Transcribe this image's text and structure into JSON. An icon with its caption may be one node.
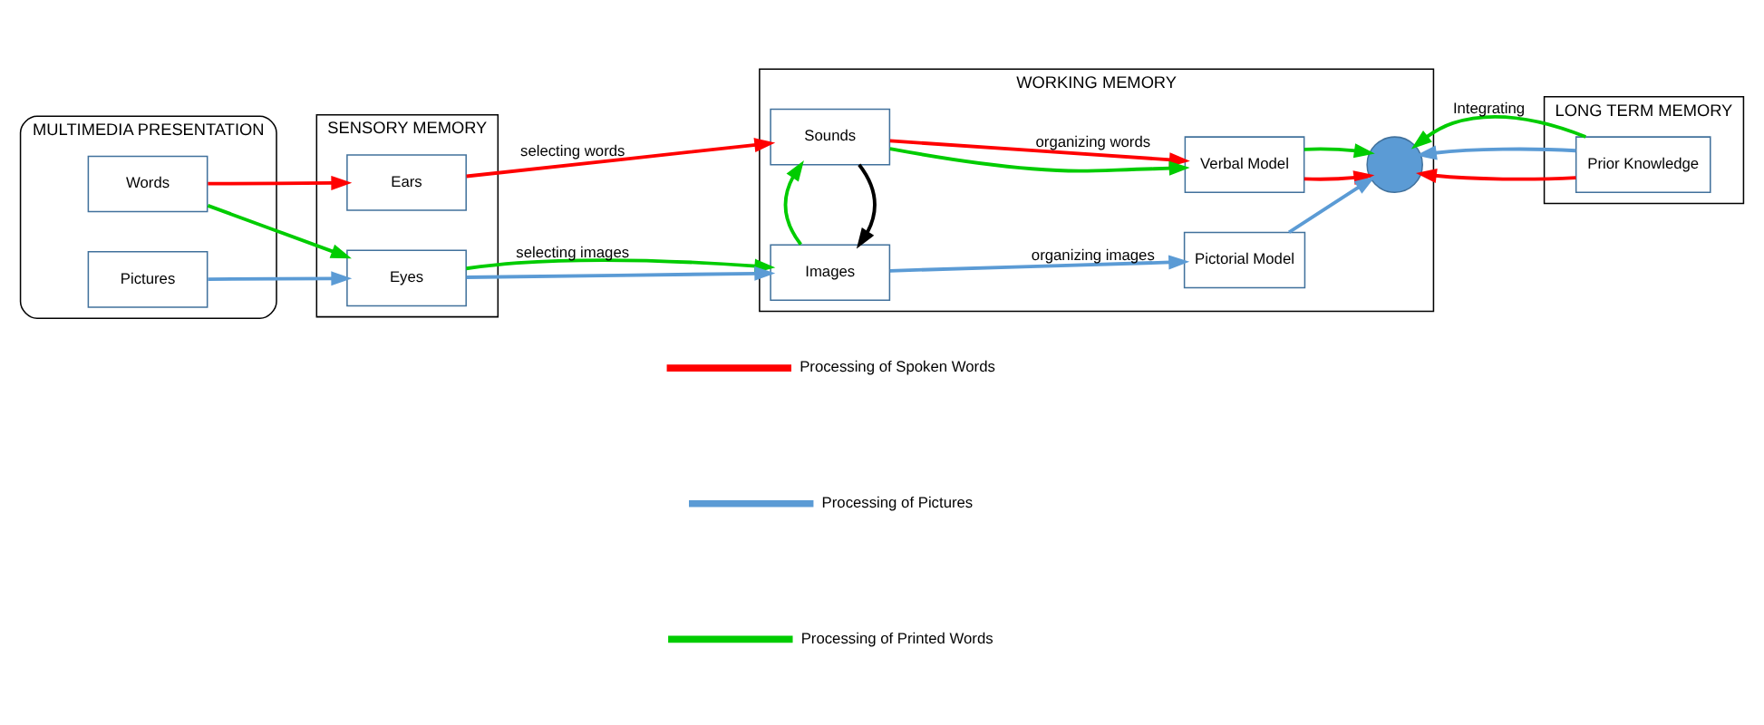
{
  "diagram": {
    "nodes": [
      {
        "text": [
          "MULTIMEDIA PRESENTATION"
        ]
      },
      {
        "text": [
          "Words"
        ],
        "in": 0
      },
      {
        "text": [
          "Pictures"
        ],
        "in": 0
      },
      {
        "text": [
          "SENSORY MEMORY"
        ]
      },
      {
        "text": [
          "Ears"
        ],
        "in": 3
      },
      {
        "text": [
          "Eyes"
        ],
        "in": 3
      },
      {
        "text": [
          "WORKING MEMORY"
        ]
      },
      {
        "text": [
          "Sounds"
        ],
        "in": 6
      },
      {
        "text": [
          "Images"
        ],
        "in": 6
      },
      {
        "text": [
          "Verbal Model"
        ],
        "in": 6
      },
      {
        "text": [
          "Pictorial Model"
        ],
        "in": 6
      },
      {
        "text": [],
        "shape": "circle",
        "in": 6
      },
      {
        "text": [
          "LONG TERM MEMORY"
        ]
      },
      {
        "text": [
          "Prior Knowledge"
        ],
        "in": 12
      }
    ],
    "edges": [
      {
        "from": 1,
        "to": 4,
        "arrow": "to",
        "color": "#ff0000"
      },
      {
        "from": 1,
        "to": 5,
        "arrow": "to",
        "color": "#00cc00"
      },
      {
        "from": 2,
        "to": 5,
        "arrow": "to",
        "color": "#5b9bd5"
      },
      {
        "from": 4,
        "to": 7,
        "arrow": "to",
        "color": "#ff0000",
        "label": "selecting words"
      },
      {
        "from": 5,
        "to": 8,
        "arrow": "to",
        "color": "#00cc00",
        "label": "selecting images"
      },
      {
        "from": 5,
        "to": 8,
        "arrow": "to",
        "color": "#5b9bd5"
      },
      {
        "from": 7,
        "to": 8,
        "arrow": "to",
        "color": "#000000"
      },
      {
        "from": 8,
        "to": 7,
        "arrow": "to",
        "color": "#00cc00"
      },
      {
        "from": 7,
        "to": 9,
        "arrow": "to",
        "color": "#ff0000",
        "label": "organizing words"
      },
      {
        "from": 7,
        "to": 9,
        "arrow": "to",
        "color": "#00cc00"
      },
      {
        "from": 8,
        "to": 10,
        "arrow": "to",
        "color": "#5b9bd5",
        "label": "organizing images"
      },
      {
        "from": 9,
        "to": 11,
        "arrow": "to",
        "color": "#ff0000"
      },
      {
        "from": 9,
        "to": 11,
        "arrow": "to",
        "color": "#00cc00"
      },
      {
        "from": 10,
        "to": 11,
        "arrow": "to",
        "color": "#5b9bd5"
      },
      {
        "from": 13,
        "to": 11,
        "arrow": "to",
        "color": "#00cc00",
        "label": "Integrating"
      },
      {
        "from": 13,
        "to": 11,
        "arrow": "to",
        "color": "#ff0000"
      },
      {
        "from": 13,
        "to": 11,
        "arrow": "to",
        "color": "#5b9bd5"
      }
    ],
    "legend": [
      {
        "text": "Processing of Spoken Words",
        "color": "#ff0000"
      },
      {
        "text": "Processing of Pictures",
        "color": "#5b9bd5"
      },
      {
        "text": "Processing of Printed Words",
        "color": "#00cc00"
      }
    ]
  }
}
